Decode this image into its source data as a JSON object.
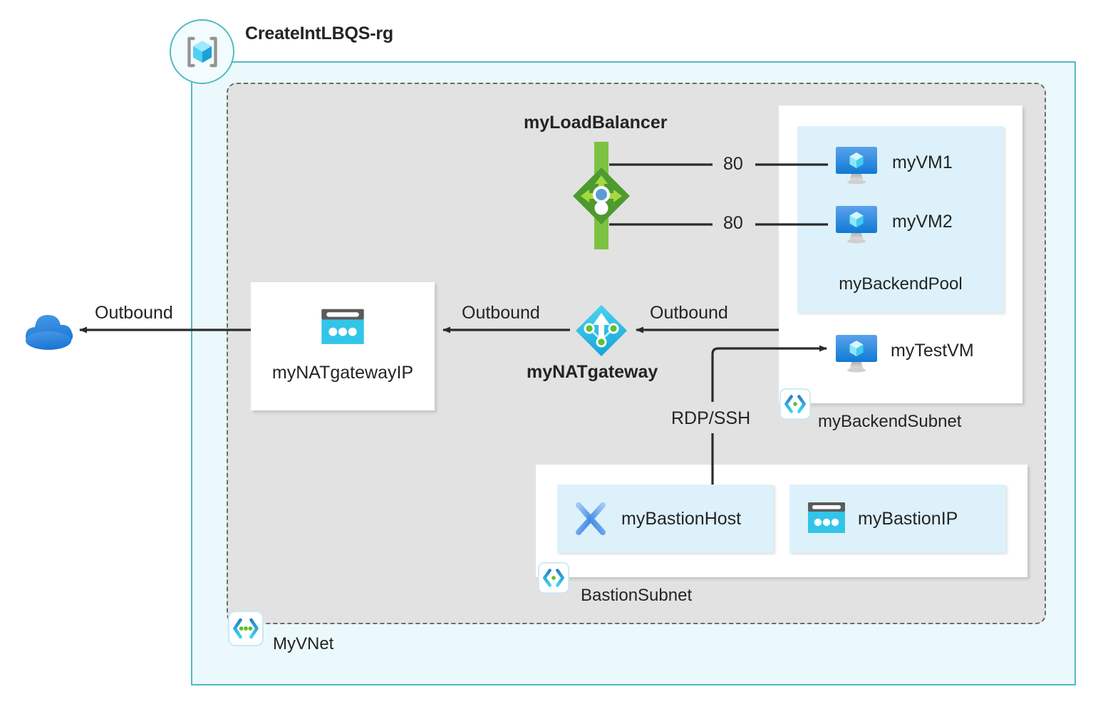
{
  "diagram": {
    "type": "azure-architecture",
    "resource_group": {
      "name": "CreateIntLBQS-rg",
      "icon": "resource-group-icon"
    },
    "vnet": {
      "name": "MyVNet",
      "icon": "vnet-icon"
    },
    "load_balancer": {
      "name": "myLoadBalancer",
      "icon": "load-balancer-icon",
      "rules": [
        {
          "port": "80",
          "target": "myVM1"
        },
        {
          "port": "80",
          "target": "myVM2"
        }
      ]
    },
    "nat_gateway": {
      "name": "myNATgateway",
      "icon": "nat-gateway-icon"
    },
    "nat_gateway_ip": {
      "name": "myNATgatewayIP",
      "icon": "public-ip-icon"
    },
    "internet": {
      "icon": "cloud-icon"
    },
    "backend_subnet": {
      "name": "myBackendSubnet",
      "icon": "subnet-icon",
      "backend_pool": {
        "name": "myBackendPool",
        "vms": [
          {
            "name": "myVM1",
            "icon": "virtual-machine-icon"
          },
          {
            "name": "myVM2",
            "icon": "virtual-machine-icon"
          }
        ]
      },
      "test_vm": {
        "name": "myTestVM",
        "icon": "virtual-machine-icon"
      }
    },
    "bastion_subnet": {
      "name": "BastionSubnet",
      "icon": "subnet-icon",
      "resources": [
        {
          "name": "myBastionHost",
          "icon": "bastion-icon"
        },
        {
          "name": "myBastionIP",
          "icon": "public-ip-icon"
        }
      ]
    },
    "flow_labels": {
      "outbound_internet": "Outbound",
      "outbound_natip": "Outbound",
      "outbound_subnet": "Outbound",
      "rdp_ssh": "RDP/SSH"
    },
    "colors": {
      "resource_group_border": "#54b9c2",
      "resource_group_fill": "#ecf9fc",
      "vnet_fill": "#e2e2e2",
      "vnet_border": "#6b6b6b",
      "subnet_fill": "#ffffff",
      "resource_card_fill": "#ddf1fa",
      "load_balancer_green": "#7cc242",
      "nat_gateway_cyan": "#32bedd",
      "vm_blue": "#1b8fe0",
      "public_ip_cyan": "#32c5e8",
      "line": "#2b2b2b"
    }
  }
}
